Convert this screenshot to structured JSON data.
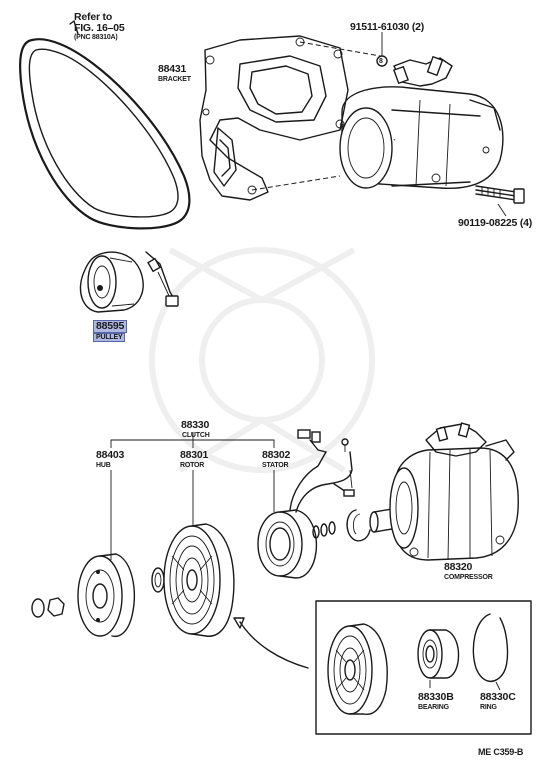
{
  "refer": {
    "line1": "Refer to",
    "line2": "FIG. 16–05",
    "line3": "(PNC 88310A)"
  },
  "parts": {
    "p91511": {
      "number": "91511-61030 (2)"
    },
    "p88431": {
      "number": "88431",
      "name": "BRACKET"
    },
    "p90119": {
      "number": "90119-08225 (4)"
    },
    "p88595": {
      "number": "88595",
      "name": "PULLEY"
    },
    "p88330": {
      "number": "88330",
      "name": "CLUTCH"
    },
    "p88403": {
      "number": "88403",
      "name": "HUB"
    },
    "p88301": {
      "number": "88301",
      "name": "ROTOR"
    },
    "p88302": {
      "number": "88302",
      "name": "STATOR"
    },
    "p88320": {
      "number": "88320",
      "name": "COMPRESSOR"
    },
    "p88330B": {
      "number": "88330B",
      "name": "BEARING"
    },
    "p88330C": {
      "number": "88330C",
      "name": "RING"
    }
  },
  "callout_marker": "8",
  "figure_code": "ME C359-B",
  "colors": {
    "ink": "#1a1a1a",
    "highlight": "#aeb8e0",
    "watermark": "#eeeeee"
  }
}
